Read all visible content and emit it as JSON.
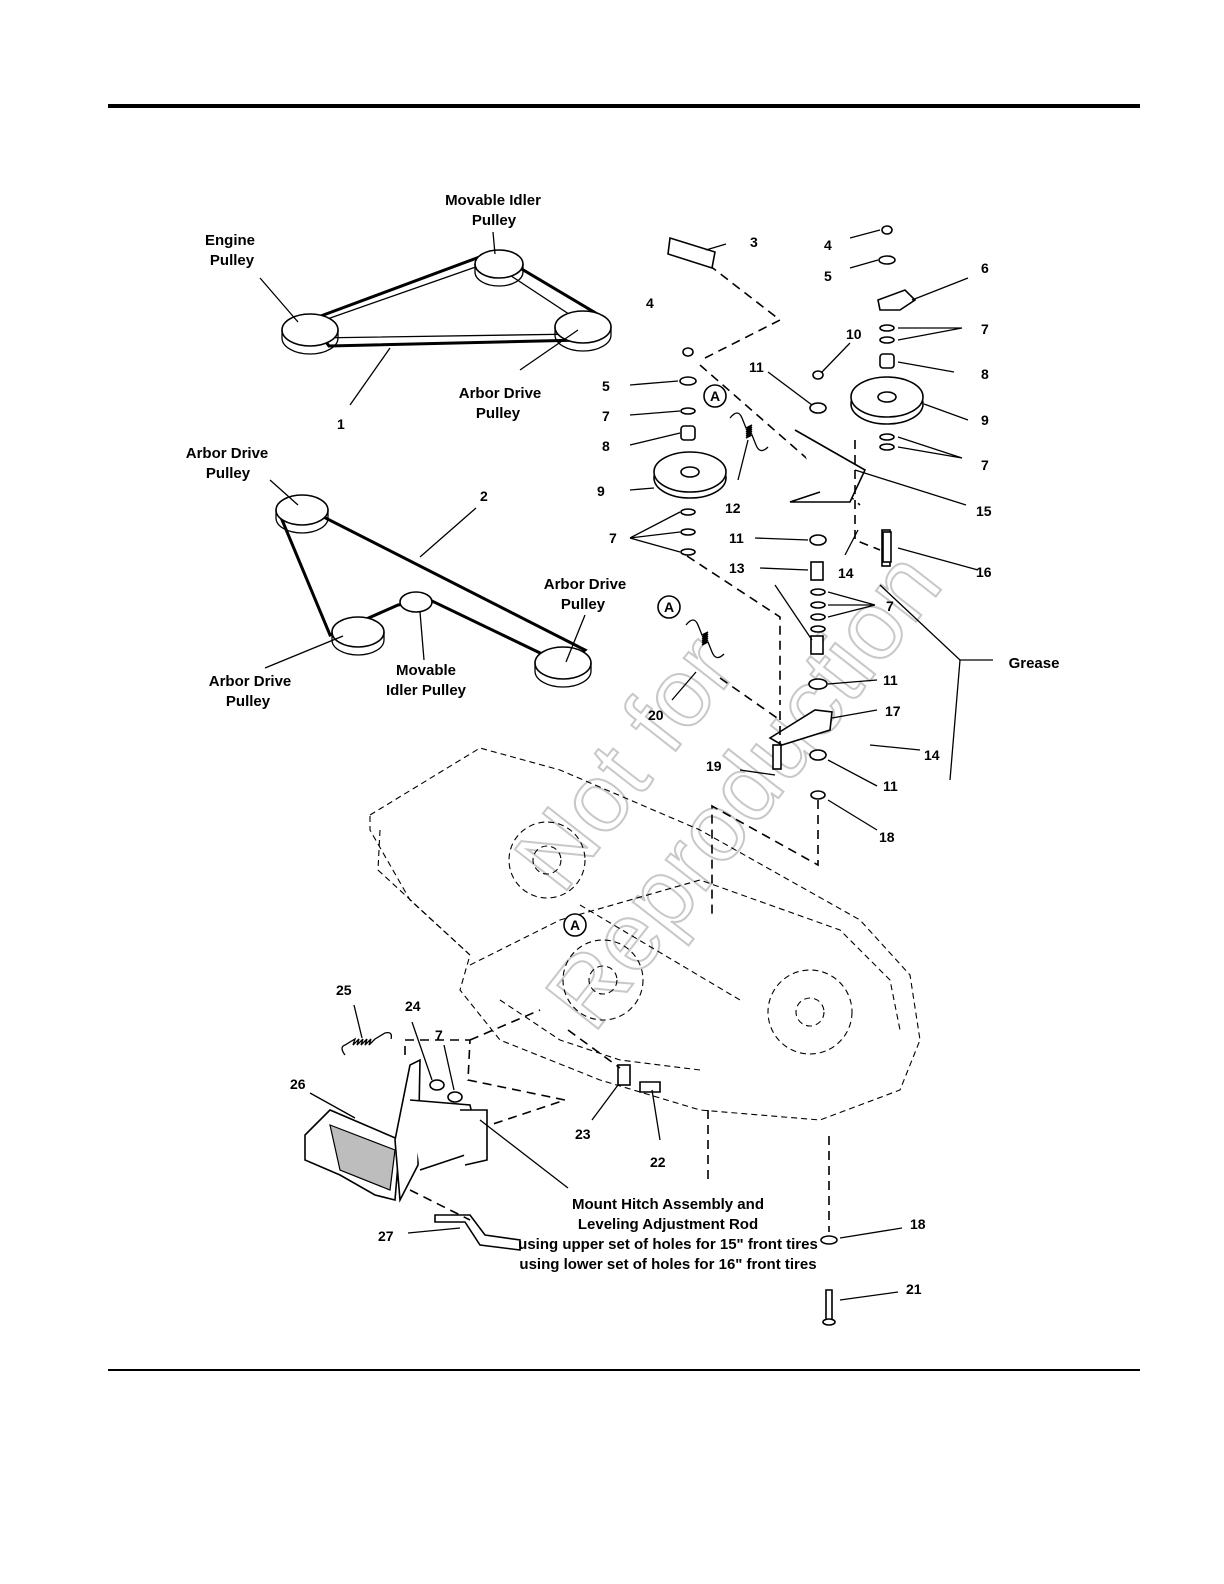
{
  "belt_labels": {
    "engine_pulley": [
      "Engine",
      "Pulley"
    ],
    "movable_idler_pulley_top": [
      "Movable Idler",
      "Pulley"
    ],
    "arbor_drive_pulley_1": [
      "Arbor Drive",
      "Pulley"
    ],
    "arbor_drive_pulley_2": [
      "Arbor Drive",
      "Pulley"
    ],
    "arbor_drive_pulley_3": [
      "Arbor Drive",
      "Pulley"
    ],
    "arbor_drive_pulley_4": [
      "Arbor Drive",
      "Pulley"
    ],
    "movable_idler_pulley_bottom": [
      "Movable",
      "Idler Pulley"
    ]
  },
  "grease_label": "Grease",
  "callout_letter": "A",
  "watermark": [
    "Not for",
    "Reproduction"
  ],
  "instruction_note": [
    "Mount Hitch Assembly and",
    "Leveling Adjustment Rod",
    "using upper set of holes for 15\" front tires",
    "using lower set of holes for 16\" front tires"
  ],
  "part_numbers": [
    {
      "n": "1"
    },
    {
      "n": "2"
    },
    {
      "n": "3"
    },
    {
      "n": "4"
    },
    {
      "n": "4"
    },
    {
      "n": "5"
    },
    {
      "n": "5"
    },
    {
      "n": "6"
    },
    {
      "n": "7"
    },
    {
      "n": "7"
    },
    {
      "n": "7"
    },
    {
      "n": "7"
    },
    {
      "n": "7"
    },
    {
      "n": "7"
    },
    {
      "n": "8"
    },
    {
      "n": "8"
    },
    {
      "n": "9"
    },
    {
      "n": "9"
    },
    {
      "n": "10"
    },
    {
      "n": "11"
    },
    {
      "n": "11"
    },
    {
      "n": "11"
    },
    {
      "n": "11"
    },
    {
      "n": "12"
    },
    {
      "n": "13"
    },
    {
      "n": "14"
    },
    {
      "n": "14"
    },
    {
      "n": "15"
    },
    {
      "n": "16"
    },
    {
      "n": "17"
    },
    {
      "n": "18"
    },
    {
      "n": "18"
    },
    {
      "n": "19"
    },
    {
      "n": "20"
    },
    {
      "n": "21"
    },
    {
      "n": "22"
    },
    {
      "n": "23"
    },
    {
      "n": "24"
    },
    {
      "n": "25"
    },
    {
      "n": "26"
    },
    {
      "n": "27"
    }
  ]
}
